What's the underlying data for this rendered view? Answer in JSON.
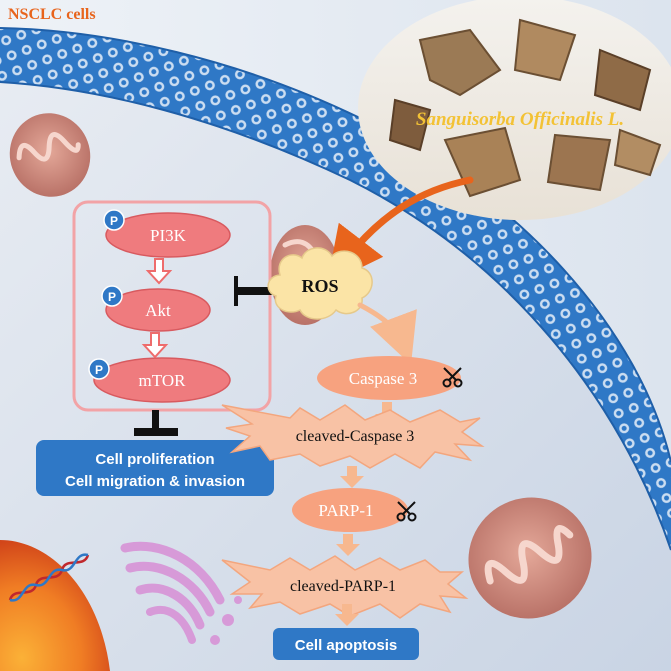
{
  "cell_label": "NSCLC cells",
  "herb_label": "Sanguisorba Officinalis L.",
  "ros_label": "ROS",
  "pathway_left": {
    "nodes": [
      "PI3K",
      "Akt",
      "mTOR"
    ],
    "phospho_badge": "P"
  },
  "outcome_left": {
    "line1": "Cell proliferation",
    "line2": "Cell migration & invasion"
  },
  "pathway_right": {
    "caspase": "Caspase 3",
    "cleaved_caspase": "cleaved-Caspase 3",
    "parp": "PARP-1",
    "cleaved_parp": "cleaved-PARP-1"
  },
  "outcome_right": "Cell apoptosis",
  "colors": {
    "node_fill": "#ef7b7e",
    "node_text": "#ffffff",
    "star_fill": "#f8c2a5",
    "apoptosis_node": "#f7a27f",
    "outcome_box": "#2f78c6",
    "arrow_orange": "#e8641c",
    "arrow_peach": "#f7b88f",
    "arrow_red": "#ee6c6c",
    "membrane_blue": "#2f78c6",
    "ros_fill": "#fbe4a6"
  },
  "icons": [
    "scissors-icon",
    "scissors-icon",
    "mitochondrion-icon",
    "dna-icon",
    "golgi-icon",
    "herb-photo"
  ]
}
